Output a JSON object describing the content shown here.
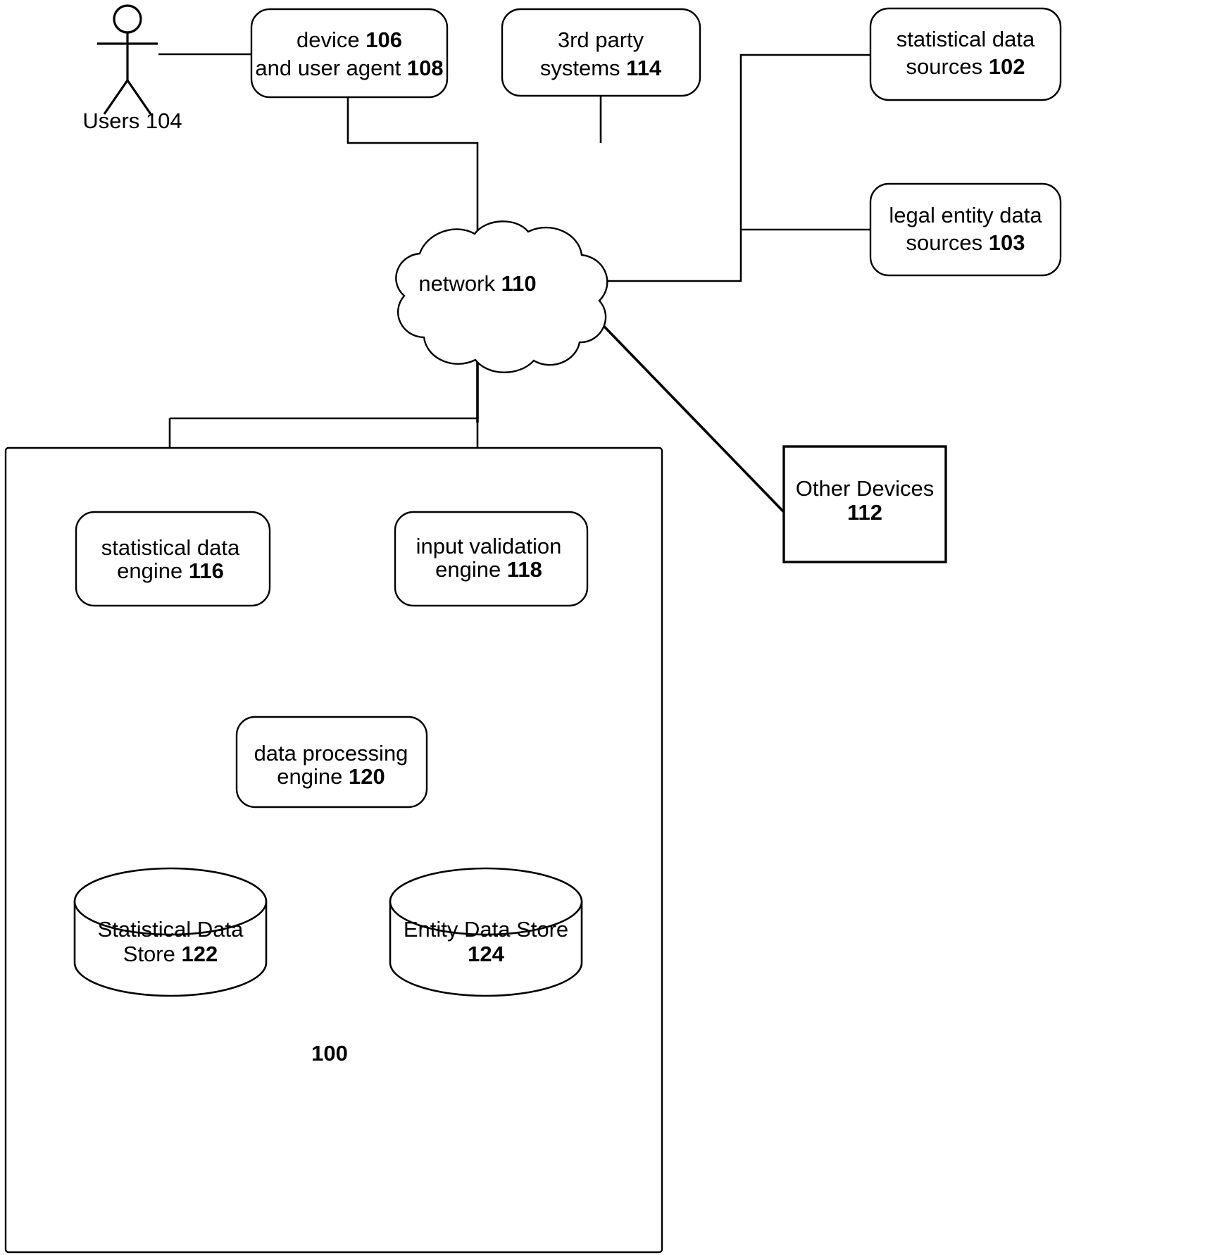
{
  "figure": {
    "system_ref": "100",
    "background": "#ffffff",
    "line_color": "#000000"
  },
  "actor": {
    "label": "Users 104",
    "name": "Users",
    "ref": "104"
  },
  "nodes": {
    "device": {
      "line1": "device ",
      "ref1": "106",
      "line2": "and user agent ",
      "ref2": "108"
    },
    "third_party": {
      "line1": "3rd party",
      "line2": "systems ",
      "ref2": "114"
    },
    "statistical_sources": {
      "line1": "statistical data",
      "line2": "sources ",
      "ref2": "102"
    },
    "legal_entity_sources": {
      "line1": "legal entity data",
      "line2": "sources ",
      "ref2": "103"
    },
    "network": {
      "line1": "network ",
      "ref1": "110"
    },
    "other_devices": {
      "line1": "Other Devices",
      "ref2": "112"
    },
    "statistical_engine": {
      "line1": "statistical data",
      "line2": "engine ",
      "ref2": "116"
    },
    "input_validation_engine": {
      "line1": "input validation",
      "line2": "engine ",
      "ref2": "118"
    },
    "data_processing_engine": {
      "line1": "data processing",
      "line2": "engine ",
      "ref2": "120"
    },
    "statistical_data_store": {
      "line1": "Statistical Data",
      "line2": "Store ",
      "ref2": "122"
    },
    "entity_data_store": {
      "line1": "Entity Data Store",
      "ref2": "124"
    }
  }
}
